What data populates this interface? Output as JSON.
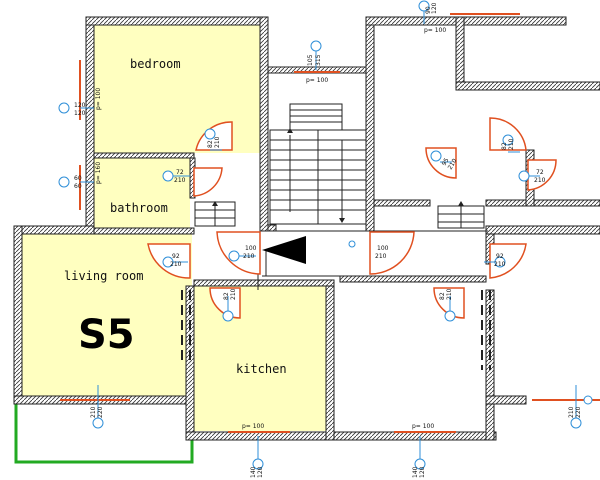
{
  "rooms": {
    "bedroom": "bedroom",
    "bathroom": "bathroom",
    "living_room": "living room",
    "kitchen": "kitchen"
  },
  "unit": "S5",
  "colors": {
    "room_fill": "#ffffc0",
    "wall": "#222222",
    "window": "#e05020",
    "marker": "#2f8fd8",
    "balcony": "#22aa22"
  },
  "dims": {
    "d_120_120": [
      "120",
      "120"
    ],
    "d_60_60": [
      "60",
      "60"
    ],
    "p100": "p= 100",
    "p160": "p= 160",
    "d_105_315": [
      "105",
      "315"
    ],
    "d_90_120": [
      "90",
      "120"
    ],
    "d_82_210": [
      "82",
      "210"
    ],
    "d_72_210": [
      "72",
      "210"
    ],
    "d_100_210": [
      "100",
      "210"
    ],
    "d_92_210": [
      "92",
      "210"
    ],
    "d_210_220": [
      "210",
      "220"
    ],
    "d_140_120": [
      "140",
      "120"
    ],
    "d_95_210": [
      "95",
      "210"
    ]
  }
}
